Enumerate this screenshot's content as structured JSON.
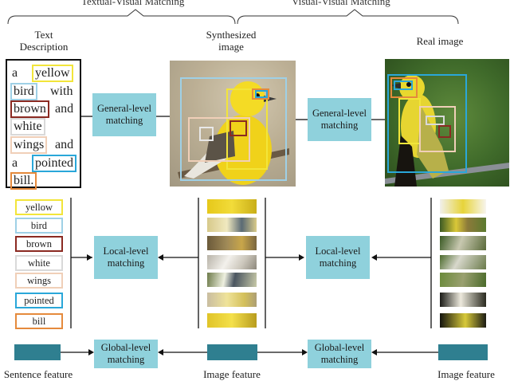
{
  "headers": {
    "textual_visual": "Textual-Visual Matching",
    "visual_visual": "Visual-Visual Matching"
  },
  "captions": {
    "text_description": "Text\nDescription",
    "synthesized_image": "Synthesized\nimage",
    "real_image": "Real image"
  },
  "sentence": {
    "words": [
      "a",
      "yellow",
      "bird",
      "with",
      "brown",
      "and",
      "white",
      "wings",
      "and",
      "a",
      "pointed",
      "bill."
    ]
  },
  "boxes": {
    "general_left": "General-level\nmatching",
    "general_right": "General-level\nmatching",
    "local_left": "Local-level\nmatching",
    "local_right": "Local-level\nmatching",
    "global_left": "Global-level\nmatching",
    "global_right": "Global-level\nmatching"
  },
  "word_list": [
    {
      "label": "yellow",
      "color": "#f2e53a"
    },
    {
      "label": "bird",
      "color": "#9fd0e6"
    },
    {
      "label": "brown",
      "color": "#8b2a22"
    },
    {
      "label": "white",
      "color": "#d9d9d9"
    },
    {
      "label": "wings",
      "color": "#f0cfb8"
    },
    {
      "label": "pointed",
      "color": "#2aa7d9"
    },
    {
      "label": "bill",
      "color": "#e58a3c"
    }
  ],
  "feature_labels": {
    "sentence": "Sentence feature",
    "image_mid": "Image feature",
    "image_right": "Image feature"
  },
  "colors": {
    "match_box": "#8fd1dc",
    "feature_bar": "#2f7f90"
  }
}
